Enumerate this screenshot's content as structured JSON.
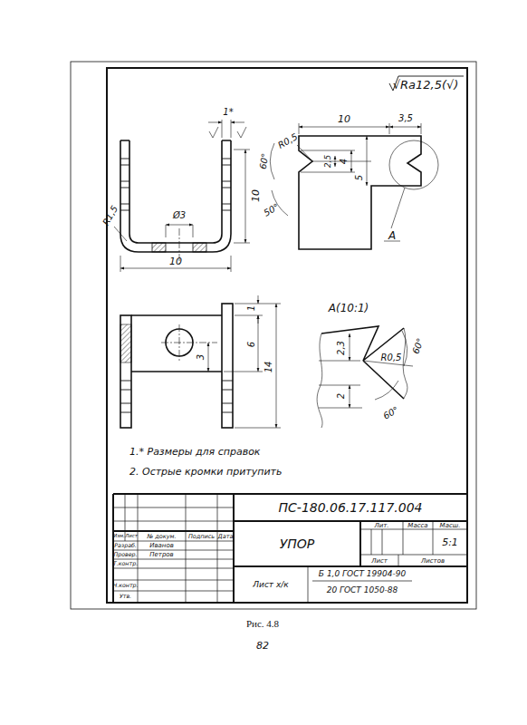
{
  "diagram": {
    "caption": "Рис. 4.8",
    "labels": [
      "√Ra12,5(√)",
      "1*",
      "Ø3",
      "R1,5",
      "10",
      "10",
      "10",
      "3,5",
      "2,5",
      "4",
      "5",
      "R0,5",
      "60°",
      "50°",
      "A",
      "1",
      "6",
      "14",
      "3",
      "A(10:1)",
      "2,3",
      "2",
      "R0,5",
      "60°",
      "60°",
      "1.* Размеры для справок",
      "2. Острые кромки притупить",
      "ПС-180.06.17.117.004",
      "Изм.",
      "Лист",
      "№ докум.",
      "Подпись",
      "Дата",
      "Разраб.",
      "Иванов",
      "Провер.",
      "Петров",
      "Т.контр.",
      "Н.контр.",
      "Утв.",
      "УПОР",
      "Лит.",
      "Масса",
      "Масш.",
      "5:1",
      "Лист",
      "Листов",
      "Лист х/к",
      "Б 1,0 ГОСТ 19904-90",
      "20 ГОСТ 1050-88",
      "82"
    ]
  }
}
